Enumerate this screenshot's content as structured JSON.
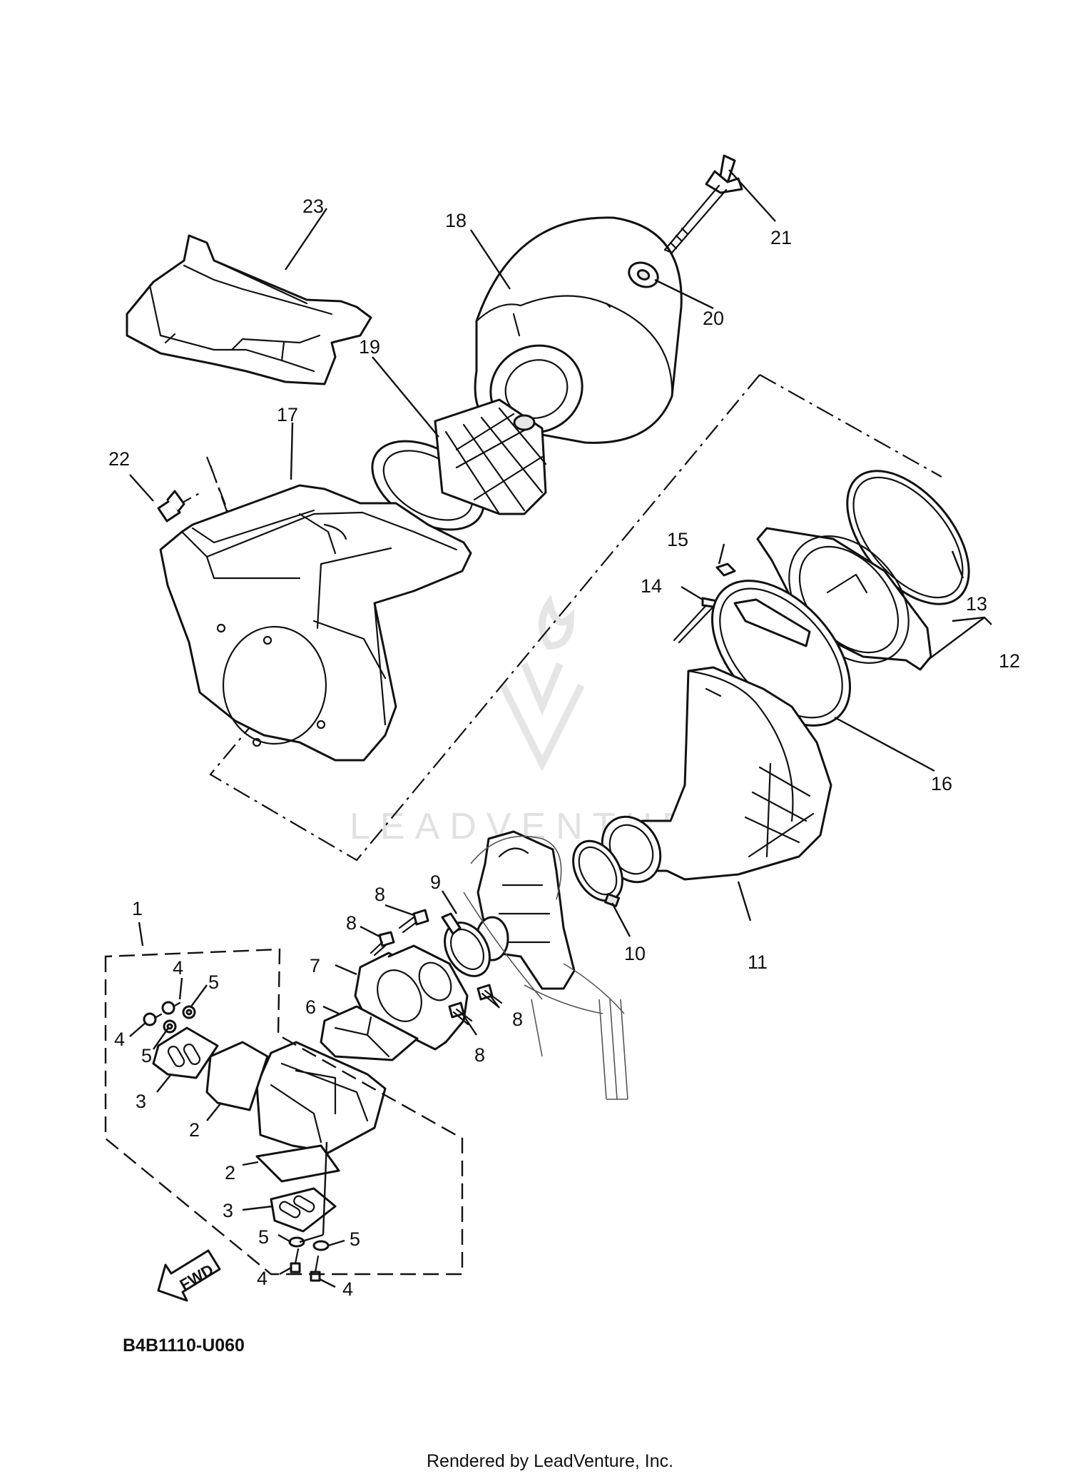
{
  "diagram_code": "B4B1110-U060",
  "footer": "Rendered by LeadVenture, Inc.",
  "watermark": "LEADVENTURE",
  "fwd_label": "FWD",
  "callouts": {
    "c1": "1",
    "c2a": "2",
    "c2b": "2",
    "c3a": "3",
    "c3b": "3",
    "c4a": "4",
    "c4b": "4",
    "c4c": "4",
    "c4d": "4",
    "c5a": "5",
    "c5b": "5",
    "c5c": "5",
    "c5d": "5",
    "c6": "6",
    "c7": "7",
    "c8a": "8",
    "c8b": "8",
    "c8c": "8",
    "c8d": "8",
    "c9": "9",
    "c10": "10",
    "c11": "11",
    "c12": "12",
    "c13": "13",
    "c14": "14",
    "c15": "15",
    "c16": "16",
    "c17": "17",
    "c18": "18",
    "c19": "19",
    "c20": "20",
    "c21": "21",
    "c22": "22",
    "c23": "23"
  }
}
